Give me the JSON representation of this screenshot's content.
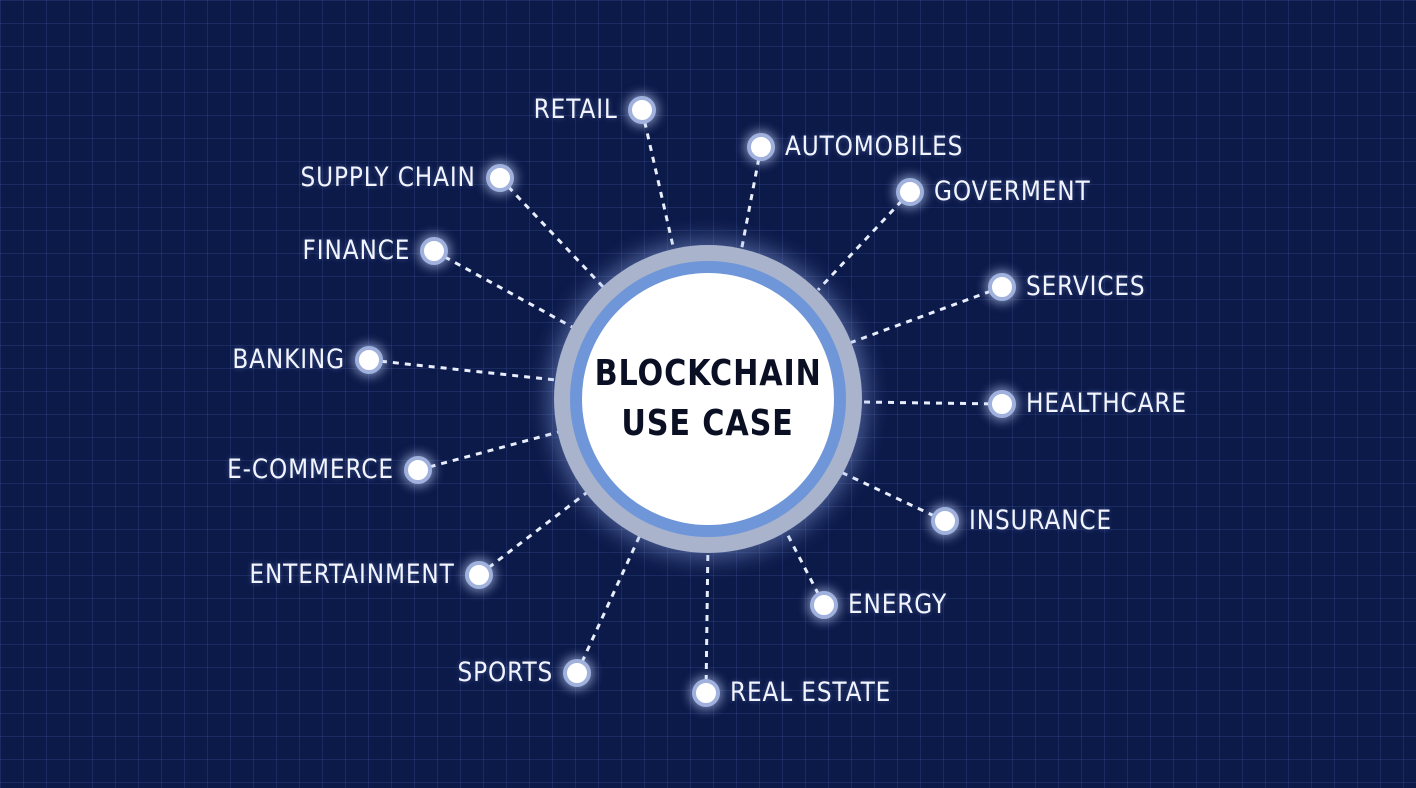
{
  "hub": {
    "line1": "BLOCKCHAIN",
    "line2": "USE CASE"
  },
  "nodes": [
    {
      "id": "retail",
      "label": "RETAIL"
    },
    {
      "id": "automobiles",
      "label": "AUTOMOBILES"
    },
    {
      "id": "goverment",
      "label": "GOVERMENT"
    },
    {
      "id": "services",
      "label": "SERVICES"
    },
    {
      "id": "healthcare",
      "label": "HEALTHCARE"
    },
    {
      "id": "insurance",
      "label": "INSURANCE"
    },
    {
      "id": "energy",
      "label": "ENERGY"
    },
    {
      "id": "real-estate",
      "label": "REAL ESTATE"
    },
    {
      "id": "sports",
      "label": "SPORTS"
    },
    {
      "id": "entertainment",
      "label": "ENTERTAINMENT"
    },
    {
      "id": "e-commerce",
      "label": "E-COMMERCE"
    },
    {
      "id": "banking",
      "label": "BANKING"
    },
    {
      "id": "finance",
      "label": "FINANCE"
    },
    {
      "id": "supply-chain",
      "label": "SUPPLY CHAIN"
    }
  ],
  "colors": {
    "background": "#0c1a4a",
    "hub_ring": "#6f96d8",
    "hub_fill": "#ffffff",
    "line": "#e8eefc"
  }
}
